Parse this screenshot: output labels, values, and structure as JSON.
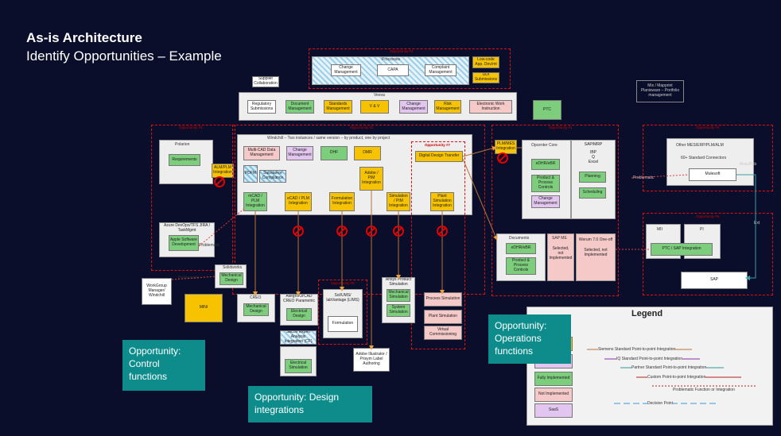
{
  "title": "As-is Architecture",
  "subtitle": "Identify Opportunities – Example",
  "opportunities": {
    "op1": "Opportunity #1",
    "op2": "Opportunity #2",
    "op3": "Opportunity #3",
    "op4": "Opportunity #4",
    "op5": "Opportunity #5",
    "op6": "Opportunity #6",
    "op7": "Opportunity #7",
    "op8": "Opportunity #8"
  },
  "callouts": {
    "control": "Opportunity: Control functions",
    "design": "Opportunity: Design integrations",
    "operations": "Opportunity: Operations functions"
  },
  "processes": {
    "title": "Processes",
    "change": "Change Management",
    "capa": "CAPA",
    "complaint": "Complaint Management",
    "lowcode": "Low-code App. Dev/mt",
    "udi": "UDI Submissions"
  },
  "supplier": "Supplier Collaboration",
  "veeva": {
    "title": "Veeva",
    "items": [
      "Regulatory Submissions",
      "Document Management",
      "Standards Management",
      "V & V",
      "Change Management",
      "Risk Management",
      "Electronic Work Instruction"
    ]
  },
  "ptc": "PTC",
  "windchill": {
    "title": "Windchill – Two instances / same version – by product, one by project",
    "multicad": "Multi-CAD Data Management",
    "change": "Change Management",
    "dhf": "DHF",
    "dmr": "DMR",
    "digital": "Digital Design Transfer",
    "pdfm": "PDFM",
    "substance": "Substance Compliance",
    "mcad": "mCAD / PLM Integration",
    "ecad": "eCAD / PLM Integration",
    "formulation": "Formulation Integration",
    "adobe": "Adobe / PIM Integration",
    "simulation": "Simulation / PIM Integration",
    "plant": "Plant Simulation Integration"
  },
  "polarion": {
    "title": "Polarion",
    "req": "Requirements"
  },
  "alm": "ALM/PLM Integration",
  "azure": {
    "title": "Azure DevOps/TFS JIRA / TaskMgmt",
    "apple": "Apple Software Development"
  },
  "problematic": "Problematic",
  "solidworks": {
    "title": "Solidworks",
    "mech": "Mechanical Design"
  },
  "workgroup": "WorkGroup Manager/ Windchill",
  "creo": {
    "title": "CREO",
    "mech": "Mechanical Design"
  },
  "allegro": {
    "title": "Allegro/OrCAD CREO Parametric",
    "elec": "Electrical Design"
  },
  "sol": {
    "title": "Sol/UMS/ labVantage (LIMS)",
    "form": "Formulation"
  },
  "ansys": {
    "title": "Ansys Product Simulation",
    "mech": "Mechanical Simulation",
    "sys": "System Simulation"
  },
  "proc": {
    "sim": "Process Simulation",
    "plant": "Plant Simulation",
    "virtual": "Virtual Commissioning"
  },
  "silicon": {
    "title": "Silicon Expert Analysis Integration (CF)",
    "elec": "Electrical Simulation"
  },
  "adobeillus": "Adobe Illustrator / Prisym Label Authoring",
  "mini": "MINI",
  "plmmes": "PLM/MES Integration",
  "opcenter": {
    "title": "Opcenter Core",
    "ewi": "eDHR/eBR",
    "ppc": "Product & Process Controls",
    "chg": "Change Management"
  },
  "sapmrp": {
    "title": "SAP/MRP",
    "sub": "IBP\nQ\nExcel",
    "plan": "Planning",
    "sched": "Scheduling"
  },
  "docs": {
    "title": "Documents",
    "ewi": "eDHR/eBR",
    "ppc": "Product & Process Controls"
  },
  "sapme": {
    "title": "SAP ME",
    "sub": "Selected, not Implemented"
  },
  "werum": {
    "title": "Werum 7.0 One-off",
    "sub": "Selected, not Implemented"
  },
  "mes": "Mix / Mapprint Planisware – Portfolio management",
  "other": {
    "title": "Other MES/ERP/PLM/ALM",
    "sub": "60+ Standard Connectors"
  },
  "mulesoft": "Mulesoft",
  "mulelabels": {
    "a": "Mule/Pub",
    "b": "Problematic",
    "c": "Ext"
  },
  "sap": {
    "mii": "MII",
    "pi": "PI",
    "ptcsap": "PTC / SAP Integration",
    "sap": "SAP"
  },
  "legend": {
    "title": "Legend",
    "siemens": "Siemens Standard Point-to-point Integration",
    "iq": "IQ Standard Point-to-point Integration",
    "partner": "Partner Standard Point-to-point Integration",
    "custom": "Custom Point-to-point Integration",
    "problem": "Problematic Function or Integration",
    "decision": "Decision Point",
    "fully": "Fully Implemented",
    "notimpl": "Not Implemented",
    "saas": "SaaS"
  },
  "colors": {
    "background": "#0a0e2a",
    "callout": "#0e8c8c",
    "implemented": "#7ccd7c",
    "integration": "#f7c300",
    "opportunity": "#e01010"
  }
}
